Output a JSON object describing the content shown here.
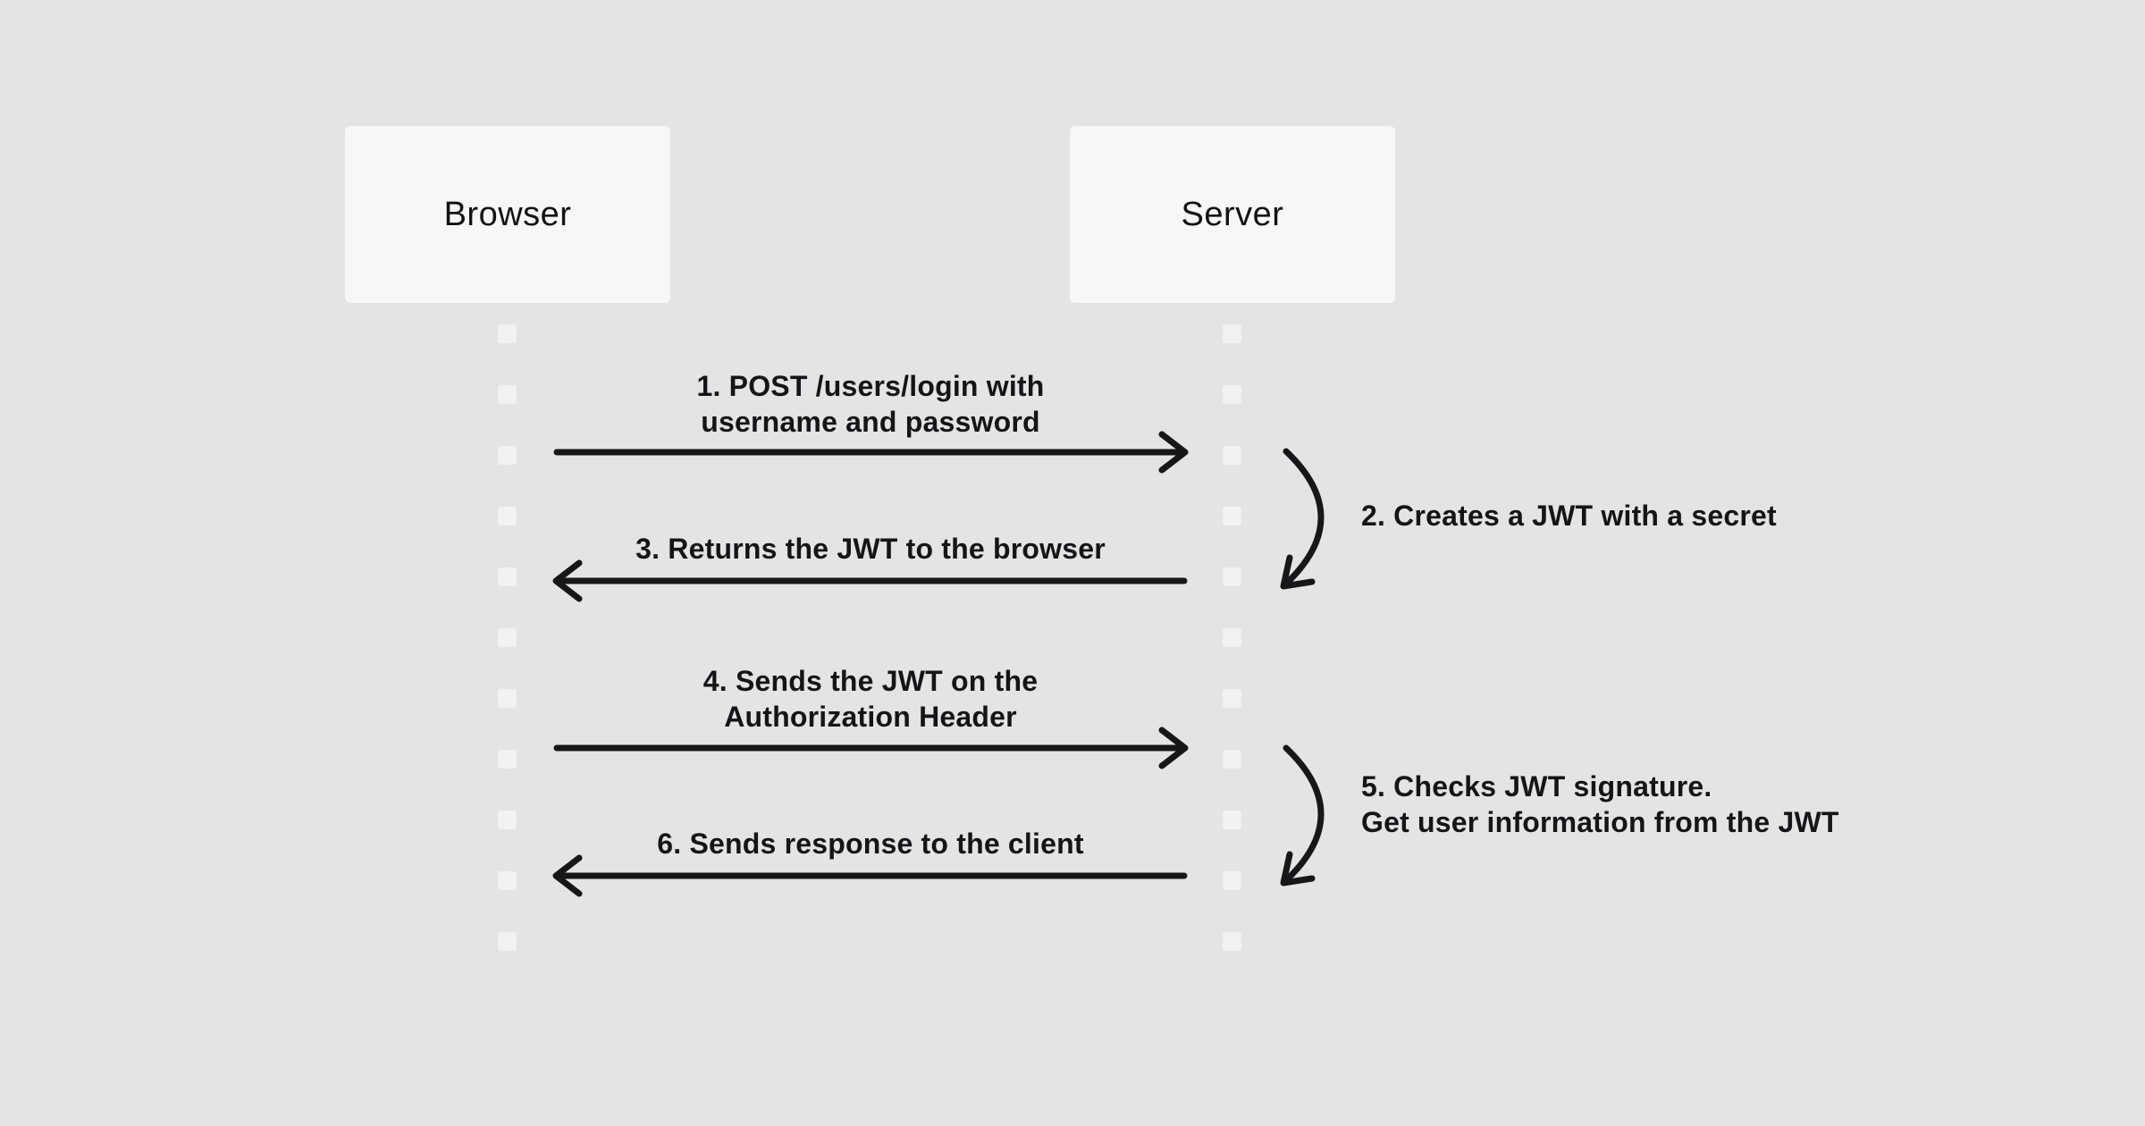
{
  "diagram": {
    "type": "sequence-diagram",
    "topic": "JWT authentication flow",
    "actors": [
      {
        "id": "browser",
        "label": "Browser"
      },
      {
        "id": "server",
        "label": "Server"
      }
    ],
    "messages": [
      {
        "num": "1",
        "from": "browser",
        "to": "server",
        "kind": "arrow-right",
        "line1": "1. POST /users/login with",
        "line2": "username and password"
      },
      {
        "num": "2",
        "from": "server",
        "to": "server",
        "kind": "self-loop",
        "line1": "2. Creates a JWT with a secret",
        "line2": ""
      },
      {
        "num": "3",
        "from": "server",
        "to": "browser",
        "kind": "arrow-left",
        "line1": "3. Returns the JWT to the browser",
        "line2": ""
      },
      {
        "num": "4",
        "from": "browser",
        "to": "server",
        "kind": "arrow-right",
        "line1": "4. Sends the JWT on the",
        "line2": "Authorization Header"
      },
      {
        "num": "5",
        "from": "server",
        "to": "server",
        "kind": "self-loop",
        "line1": "5. Checks JWT signature.",
        "line2": "Get user information from the JWT"
      },
      {
        "num": "6",
        "from": "server",
        "to": "browser",
        "kind": "arrow-left",
        "line1": "6. Sends response to the client",
        "line2": ""
      }
    ],
    "colors": {
      "background": "#e4e4e6",
      "actor_box": "#f6f7f9",
      "lifeline_dash": "#f2f2f4",
      "text": "#151518",
      "arrow": "#17171a"
    },
    "lifeline_dash_count": 11
  }
}
